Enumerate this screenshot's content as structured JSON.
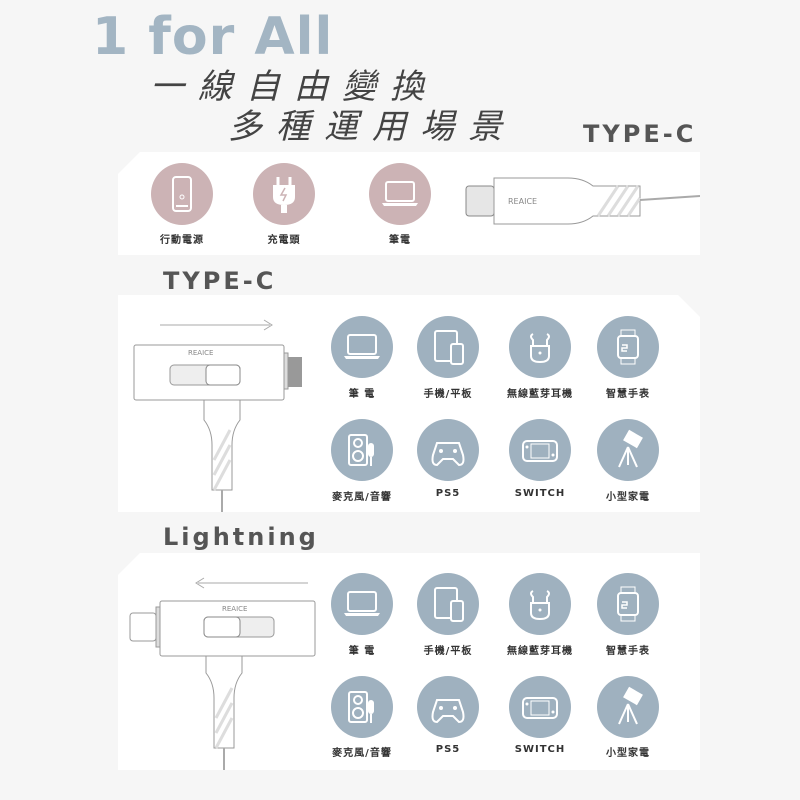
{
  "header": {
    "title": "1 for All",
    "line1": "一線自由變換",
    "line2": "多種運用場景"
  },
  "sections": [
    {
      "title": "TYPE-C",
      "brand": "REAICE",
      "items": [
        {
          "label": "行動電源",
          "icon": "power-bank-icon"
        },
        {
          "label": "充電頭",
          "icon": "charger-plug-icon"
        },
        {
          "label": "筆電",
          "icon": "laptop-icon"
        }
      ]
    },
    {
      "title": "TYPE-C",
      "brand": "REAICE",
      "items": [
        {
          "label": "筆 電",
          "icon": "laptop-icon"
        },
        {
          "label": "手機/平板",
          "icon": "phone-tablet-icon"
        },
        {
          "label": "無線藍芽耳機",
          "icon": "earbuds-icon"
        },
        {
          "label": "智慧手表",
          "icon": "smartwatch-icon"
        },
        {
          "label": "麥克風/音響",
          "icon": "mic-speaker-icon"
        },
        {
          "label": "PS5",
          "icon": "gamepad-icon"
        },
        {
          "label": "SWITCH",
          "icon": "handheld-console-icon"
        },
        {
          "label": "小型家電",
          "icon": "projector-icon"
        }
      ]
    },
    {
      "title": "Lightning",
      "brand": "REAICE",
      "items": [
        {
          "label": "筆 電",
          "icon": "laptop-icon"
        },
        {
          "label": "手機/平板",
          "icon": "phone-tablet-icon"
        },
        {
          "label": "無線藍芽耳機",
          "icon": "earbuds-icon"
        },
        {
          "label": "智慧手表",
          "icon": "smartwatch-icon"
        },
        {
          "label": "麥克風/音響",
          "icon": "mic-speaker-icon"
        },
        {
          "label": "PS5",
          "icon": "gamepad-icon"
        },
        {
          "label": "SWITCH",
          "icon": "handheld-console-icon"
        },
        {
          "label": "小型家電",
          "icon": "projector-icon"
        }
      ]
    }
  ],
  "colors": {
    "accent_blue": "#9fb1bf",
    "accent_pink": "#ccb3b5",
    "title_blue": "#a3b5c3"
  }
}
